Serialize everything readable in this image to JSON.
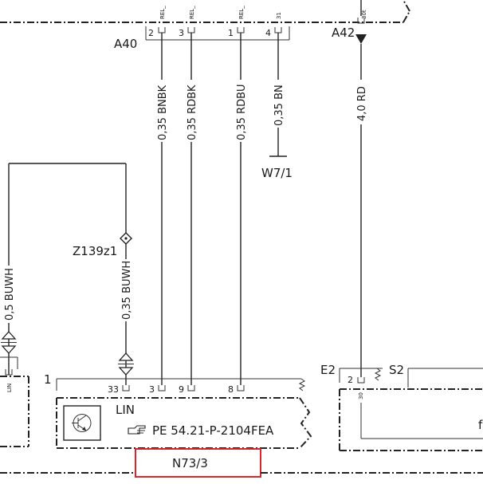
{
  "top_connector": {
    "name": "A40",
    "pins": [
      "2",
      "3",
      "1",
      "4"
    ],
    "signals": [
      "REL_",
      "REL_",
      "REL_",
      "31"
    ]
  },
  "connector_a42": {
    "name": "A42",
    "signal": "30t"
  },
  "wires": {
    "w1": "0,35 BNBK",
    "w2": "0,35 RDBK",
    "w3": "0,35 RDBU",
    "w4": "0,35 BN",
    "w5": "4,0 RD",
    "w_left": "0,5 BUWH",
    "w_mid": "0,35 BUWH"
  },
  "ground": "W7/1",
  "splice": "Z139z1",
  "module": {
    "id": "N73/3",
    "pin_row_label": "1",
    "pins": [
      "33",
      "3",
      "9",
      "8"
    ],
    "lin_label": "LIN",
    "reference": "PE 54.21-P-2104FEA",
    "highlight_color": "#d9262c"
  },
  "left_module": {
    "lin_label": "LIN"
  },
  "right_module": {
    "connector": "E2",
    "pin": "2",
    "pin_signal": "30",
    "switch": "S2",
    "partial_text": "f"
  }
}
